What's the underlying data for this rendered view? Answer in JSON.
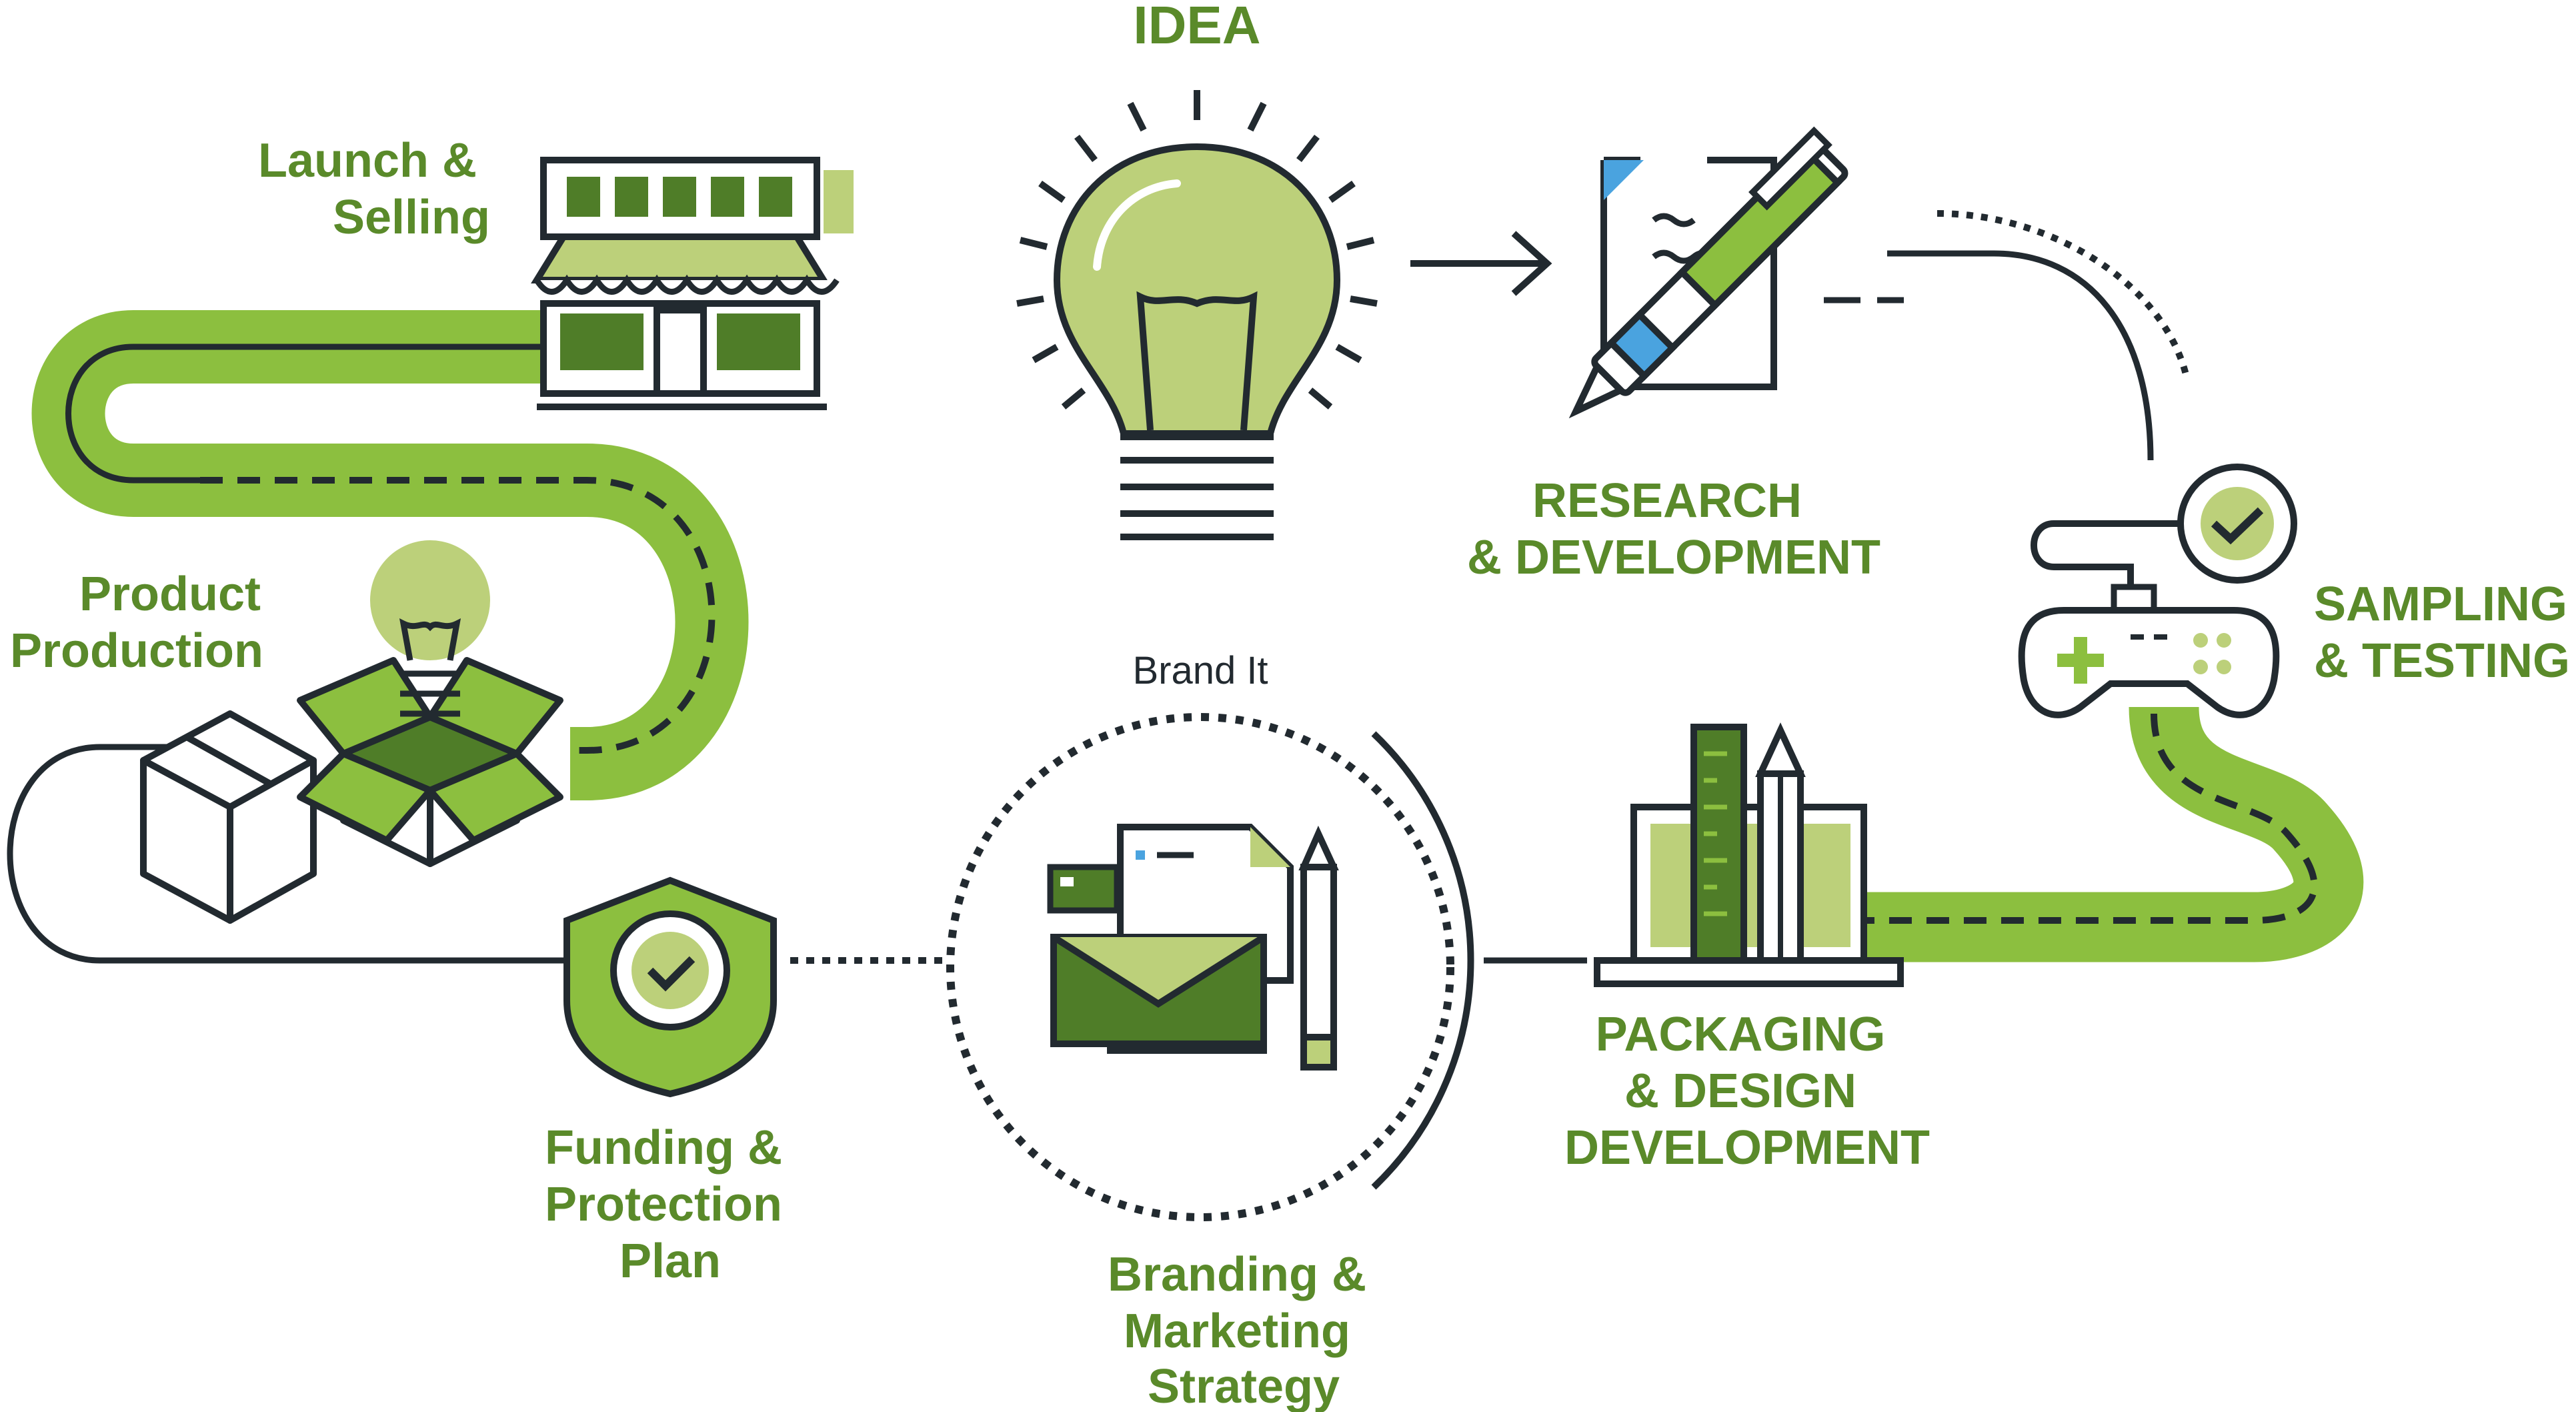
{
  "colors": {
    "green_light": "#8cbf3f",
    "green_pale": "#bcd07a",
    "green_dark": "#4f7d28",
    "text_green": "#5a8a2a",
    "dark": "#222a30",
    "blue": "#4aa3df"
  },
  "steps": {
    "idea": "IDEA",
    "research": [
      "RESEARCH",
      "& DEVELOPMENT"
    ],
    "sampling": [
      "SAMPLING",
      "& TESTING"
    ],
    "packaging": [
      "PACKAGING",
      "& DESIGN",
      "DEVELOPMENT"
    ],
    "branding": [
      "Branding &",
      "Marketing",
      "Strategy"
    ],
    "brand_it": "Brand It",
    "funding": [
      "Funding &",
      "Protection",
      "Plan"
    ],
    "production": [
      "Product",
      "Production"
    ],
    "launch": [
      "Launch &",
      "Selling"
    ]
  },
  "icons": {
    "idea": "light-bulb-icon",
    "research": "document-pen-icon",
    "sampling": "game-controller-check-icon",
    "packaging": "laptop-ruler-pencil-icon",
    "branding": "envelope-pencil-icon",
    "funding": "shield-check-icon",
    "production": "boxes-bulb-icon",
    "launch": "storefront-icon"
  }
}
